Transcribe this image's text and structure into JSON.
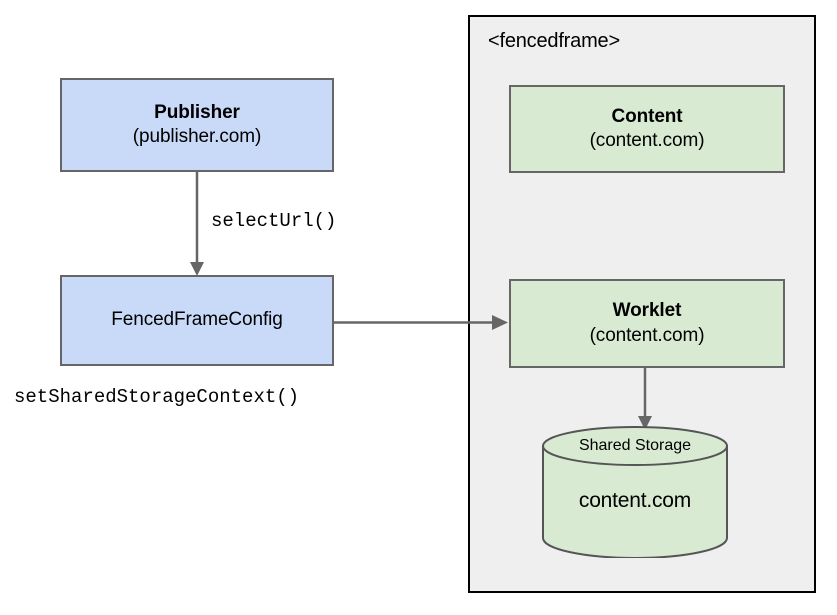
{
  "diagram": {
    "type": "architecture-flow",
    "background_color": "#ffffff",
    "palette": {
      "blue_fill": "#c9daf8",
      "green_fill": "#d9ead3",
      "gray_fill": "#efefef",
      "box_border": "#666666",
      "container_border": "#000000",
      "arrow_color": "#666666",
      "text": "#000000"
    }
  },
  "publisher_box": {
    "title": "Publisher",
    "subtitle": "(publisher.com)"
  },
  "fenced_frame_config_box": {
    "label": "FencedFrameConfig"
  },
  "labels": {
    "select_url": "selectUrl()",
    "set_shared_storage_context": "setSharedStorageContext()"
  },
  "fenced_frame_container": {
    "label": "<fencedframe>"
  },
  "content_box": {
    "title": "Content",
    "subtitle": "(content.com)"
  },
  "worklet_box": {
    "title": "Worklet",
    "subtitle": "(content.com)"
  },
  "shared_storage_cylinder": {
    "top_label": "Shared Storage",
    "body_label": "content.com"
  },
  "edges": [
    {
      "name": "publisher-to-config",
      "from": "Publisher",
      "to": "FencedFrameConfig",
      "label": "selectUrl()",
      "direction": "down"
    },
    {
      "name": "config-to-worklet",
      "from": "FencedFrameConfig",
      "to": "Worklet",
      "label": "",
      "direction": "right"
    },
    {
      "name": "worklet-to-storage",
      "from": "Worklet",
      "to": "Shared Storage",
      "label": "",
      "direction": "down"
    }
  ]
}
